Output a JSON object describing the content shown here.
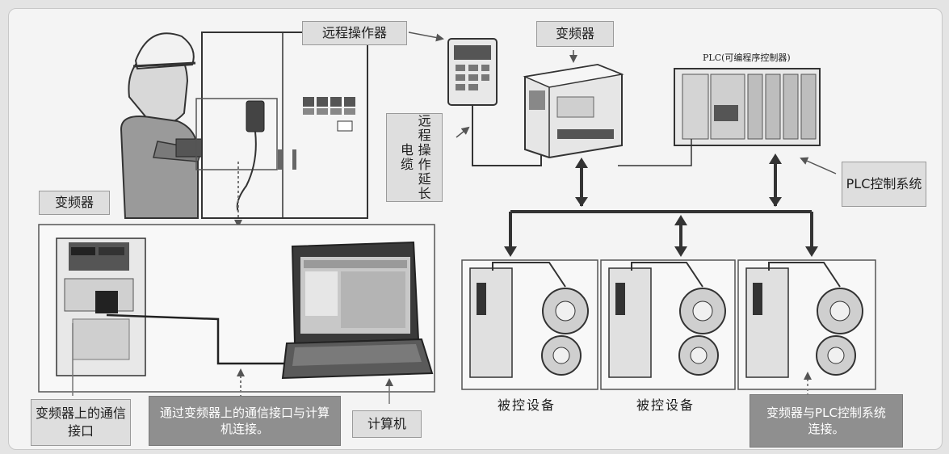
{
  "labels": {
    "remote_operator": "远程操作器",
    "inverter_top": "变频器",
    "plc": "PLC(可编程序控制器)",
    "remote_cable": "远程操作延长电缆",
    "plc_system": "PLC控制系统",
    "inverter_left": "变频器",
    "inverter_port": "变频器上的通信接口",
    "connect_pc": "通过变频器上的通信接口与计算机连接。",
    "computer": "计算机",
    "connect_plc": "变频器与PLC控制系统连接。"
  },
  "devices": [
    {
      "caption": "被控设备"
    },
    {
      "caption": "被控设备"
    }
  ],
  "colors": {
    "dark_label_bg": "#8f8f8f",
    "light_label_bg": "#dedede"
  }
}
